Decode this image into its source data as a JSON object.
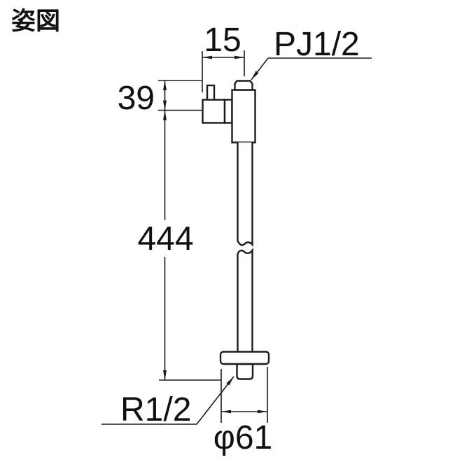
{
  "drawing": {
    "title": "姿図",
    "dimensions": {
      "top_width": "15",
      "upper_height": "39",
      "body_length": "444",
      "flange_diameter": "φ61"
    },
    "annotations": {
      "inlet_thread": "PJ1/2",
      "outlet_thread": "R1/2"
    },
    "colors": {
      "line": "#1b1b1b",
      "text": "#111111",
      "background": "#ffffff"
    }
  }
}
